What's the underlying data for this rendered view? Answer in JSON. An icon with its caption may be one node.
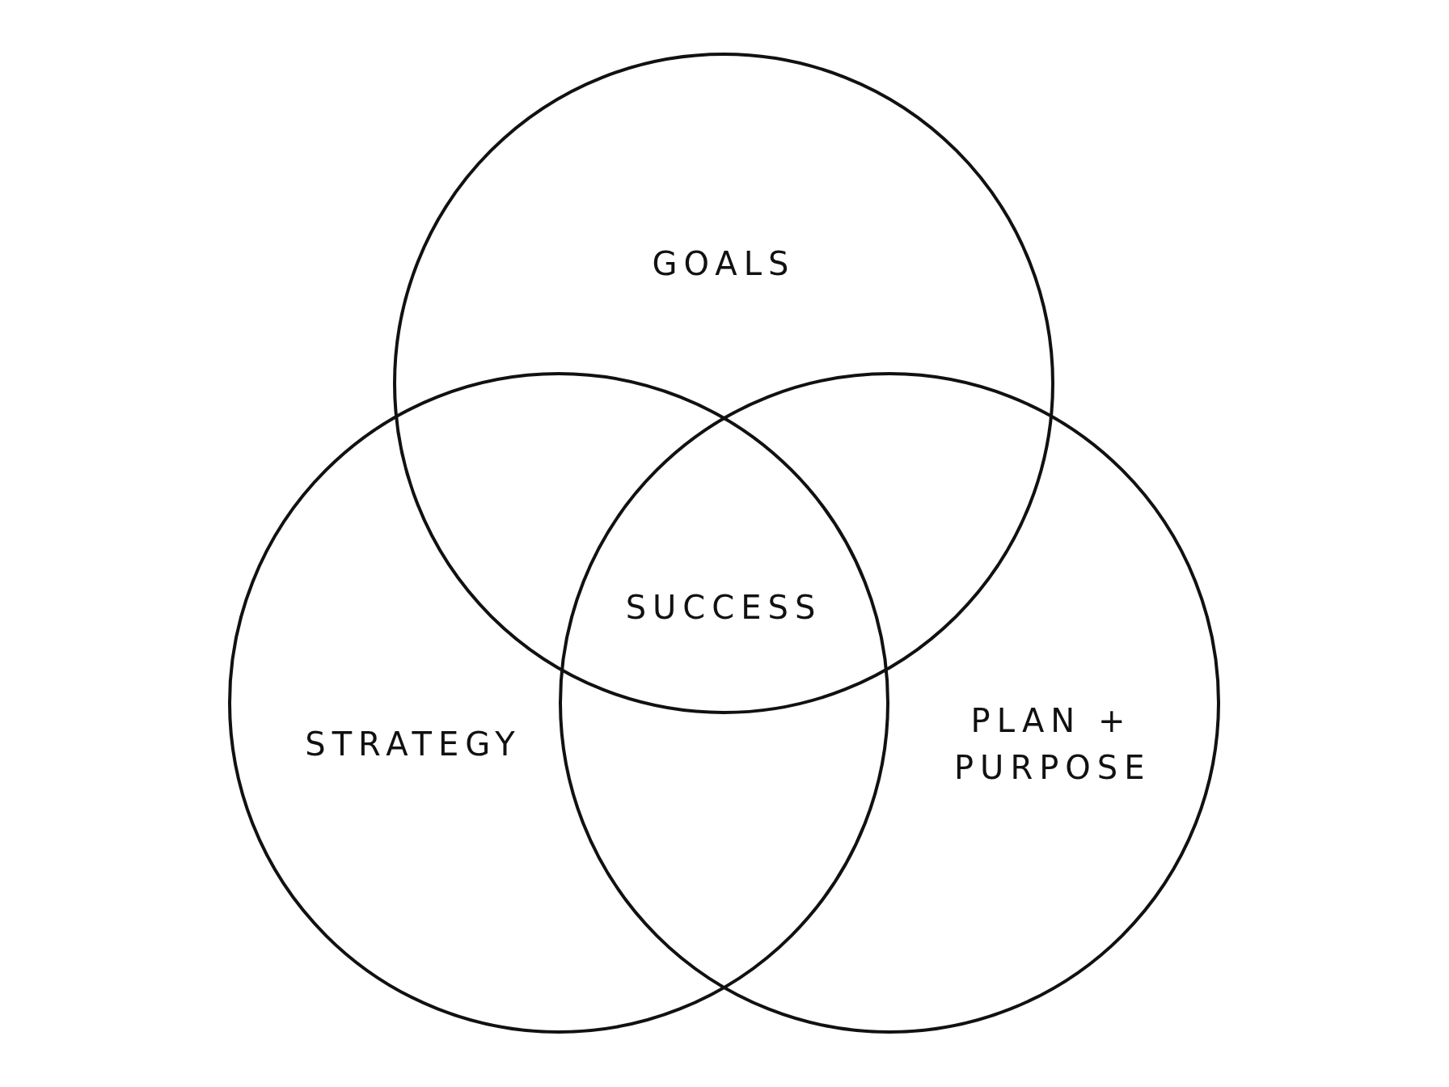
{
  "diagram": {
    "nodes": [
      {
        "text": [
          "GOALS"
        ]
      },
      {
        "text": [
          "STRATEGY"
        ]
      },
      {
        "text": [
          "PLAN + PURPOSE"
        ]
      }
    ],
    "edges": [],
    "labels": [
      "SUCCESS"
    ]
  }
}
